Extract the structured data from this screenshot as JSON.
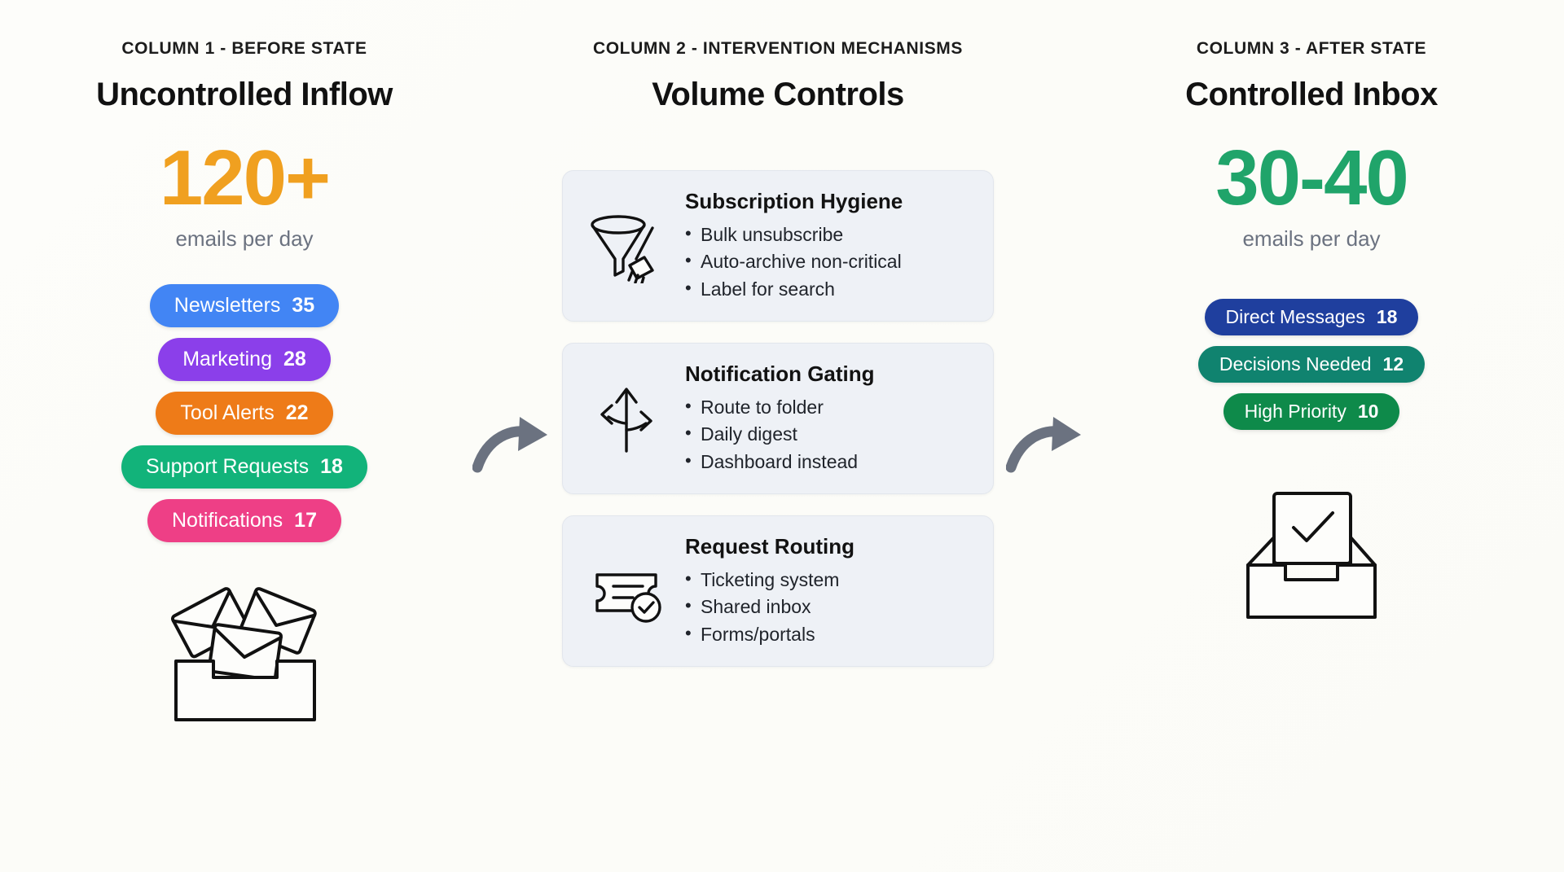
{
  "columns": {
    "before": {
      "label": "COLUMN 1 - BEFORE STATE",
      "title": "Uncontrolled Inflow",
      "stat_value": "120+",
      "stat_unit": "emails per day",
      "stat_color": "#F0A020",
      "items": [
        {
          "label": "Newsletters",
          "value": "35",
          "color": "#4285F4"
        },
        {
          "label": "Marketing",
          "value": "28",
          "color": "#8B3FEA"
        },
        {
          "label": "Tool Alerts",
          "value": "22",
          "color": "#EE7B18"
        },
        {
          "label": "Support Requests",
          "value": "18",
          "color": "#12B37A"
        },
        {
          "label": "Notifications",
          "value": "17",
          "color": "#EE3F86"
        }
      ],
      "illustration": "messy-envelopes-icon"
    },
    "mechanisms": {
      "label": "COLUMN 2 - INTERVENTION MECHANISMS",
      "title": "Volume Controls",
      "cards": [
        {
          "icon": "funnel-broom-icon",
          "title": "Subscription Hygiene",
          "bullets": [
            "Bulk unsubscribe",
            "Auto-archive non-critical",
            "Label for search"
          ]
        },
        {
          "icon": "branching-arrows-icon",
          "title": "Notification Gating",
          "bullets": [
            "Route to folder",
            "Daily digest",
            "Dashboard instead"
          ]
        },
        {
          "icon": "ticket-check-icon",
          "title": "Request Routing",
          "bullets": [
            "Ticketing system",
            "Shared inbox",
            "Forms/portals"
          ]
        }
      ]
    },
    "after": {
      "label": "COLUMN 3 - AFTER STATE",
      "title": "Controlled Inbox",
      "stat_value": "30-40",
      "stat_unit": "emails per day",
      "stat_color": "#20A46A",
      "items": [
        {
          "label": "Direct Messages",
          "value": "18",
          "color": "#1F3F9E"
        },
        {
          "label": "Decisions Needed",
          "value": "12",
          "color": "#10836F"
        },
        {
          "label": "High Priority",
          "value": "10",
          "color": "#0E8A4A"
        }
      ],
      "illustration": "inbox-check-icon"
    }
  },
  "flow": {
    "arrow_1": "curved-arrow-right-icon",
    "arrow_2": "curved-arrow-right-icon",
    "arrow_color": "#6b7280"
  }
}
